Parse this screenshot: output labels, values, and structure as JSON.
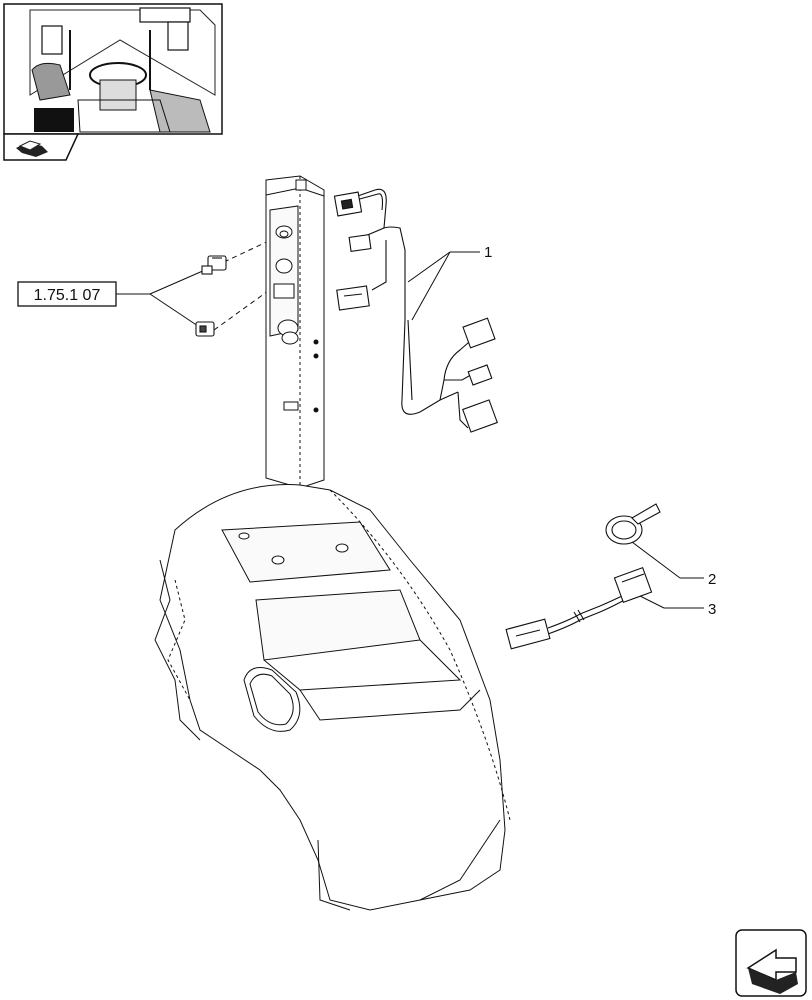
{
  "diagram": {
    "reference_box": {
      "label": "1.75.1 07"
    },
    "callouts": [
      {
        "number": "1"
      },
      {
        "number": "2"
      },
      {
        "number": "3"
      }
    ]
  },
  "icons": {
    "thumbnail": "tractor-cab-interior-thumbnail-icon",
    "view_direction": "view-direction-arrow-icon",
    "next_page": "next-page-arrow-icon"
  },
  "colors": {
    "line": "#111111",
    "fill": "#f6f6f6",
    "dark": "#222222"
  }
}
